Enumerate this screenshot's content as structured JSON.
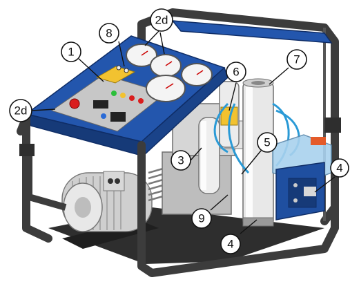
{
  "callouts": [
    {
      "id": "callout-1",
      "label": "1"
    },
    {
      "id": "callout-2d-left",
      "label": "2d"
    },
    {
      "id": "callout-2d-top",
      "label": "2d"
    },
    {
      "id": "callout-3",
      "label": "3"
    },
    {
      "id": "callout-4-bottom",
      "label": "4"
    },
    {
      "id": "callout-4-right",
      "label": "4"
    },
    {
      "id": "callout-5",
      "label": "5"
    },
    {
      "id": "callout-6",
      "label": "6"
    },
    {
      "id": "callout-7",
      "label": "7"
    },
    {
      "id": "callout-8",
      "label": "8"
    },
    {
      "id": "callout-9",
      "label": "9"
    }
  ],
  "colors": {
    "frame": "#3c3c3c",
    "panel_blue": "#1f4fa0",
    "panel_blue_dark": "#163a78",
    "cylinder": "#e6e6e6",
    "motor": "#dcdcdc",
    "tank": "#9cc8e8",
    "hose": "#2a9ad6"
  }
}
